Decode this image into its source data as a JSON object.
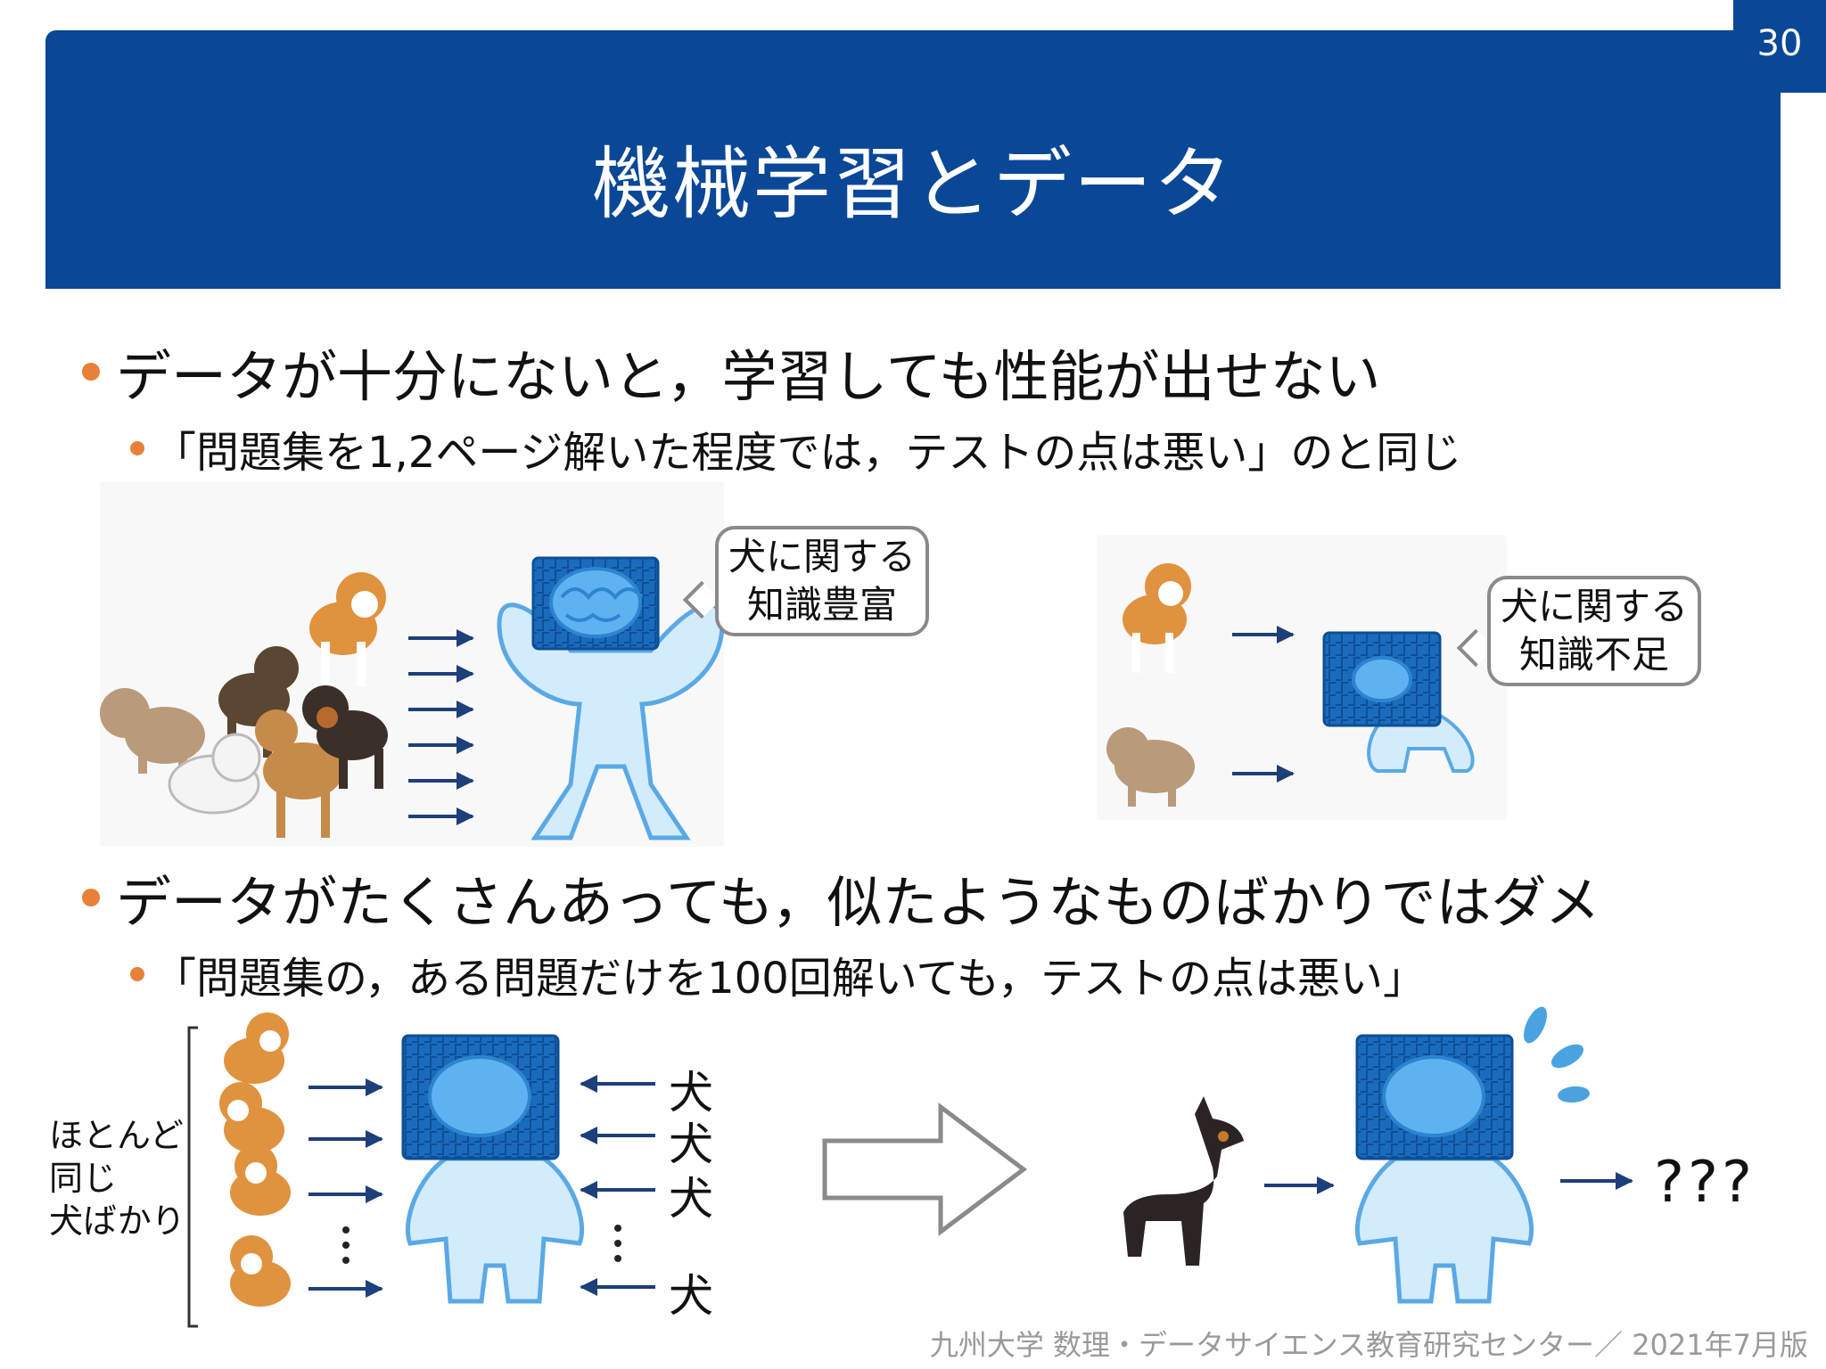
{
  "slide": {
    "page_number": "30",
    "title": "機械学習とデータ",
    "footer": "九州大学 数理・データサイエンス教育研究センター／ 2021年7月版"
  },
  "section1": {
    "bullet": "データが十分にないと，学習しても性能が出せない",
    "sub_bullet": "「問題集を1,2ページ解いた程度では，テストの点は悪い」のと同じ",
    "bubble_rich": [
      "犬に関する",
      "知識豊富"
    ],
    "bubble_poor": [
      "犬に関する",
      "知識不足"
    ]
  },
  "section2": {
    "bullet": "データがたくさんあっても，似たようなものばかりではダメ",
    "sub_bullet": "「問題集の，ある問題だけを100回解いても，テストの点は悪い」",
    "side_label": [
      "ほとんど",
      "同じ",
      "犬ばかり"
    ],
    "labels": [
      "犬",
      "犬",
      "犬",
      "犬"
    ],
    "result": "???"
  },
  "colors": {
    "header": "#0a4796",
    "bullet_dot": "#e8803a",
    "arrow": "#1d3f7a",
    "robot_body": "#d3ecfb",
    "robot_outline": "#5aa9e6",
    "screen": "#1b6bbd"
  }
}
